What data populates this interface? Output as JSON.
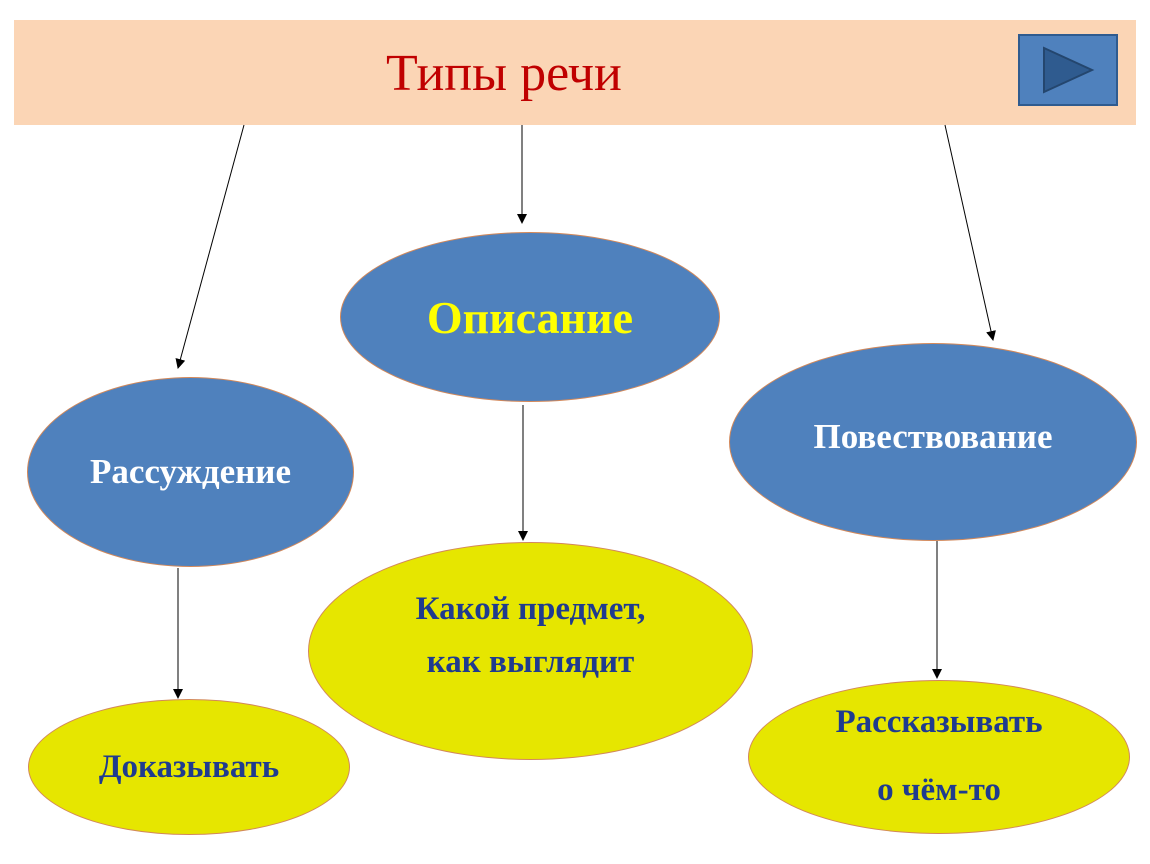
{
  "title": "Типы речи",
  "nodes": {
    "opisanie": "Описание",
    "rassuzhdenie": "Рассуждение",
    "povestvovanie": "Повествование",
    "opisanie_detail": [
      "Какой предмет,",
      "как выглядит"
    ],
    "rassuzhdenie_detail": "Доказывать",
    "povestvovanie_detail": [
      "Рассказывать",
      "о чём-то"
    ]
  },
  "colors": {
    "title_bar": "#fbd5b5",
    "title_text": "#c00000",
    "blue_node": "#4f81bd",
    "yellow_node": "#e6e600",
    "yellow_label": "#ffff00",
    "navy_label": "#1f3b8f",
    "node_border": "#d2885a"
  },
  "icons": {
    "next_button": "play-triangle-icon"
  }
}
